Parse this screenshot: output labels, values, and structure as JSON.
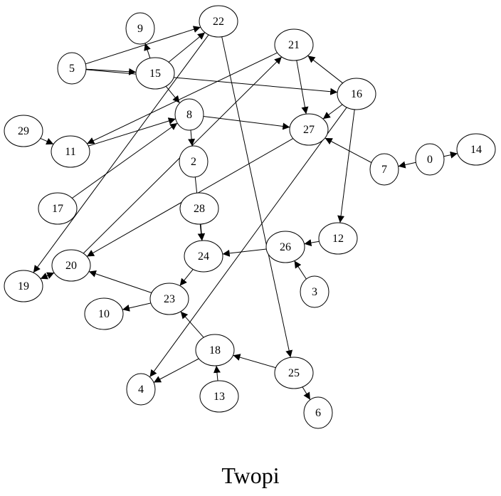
{
  "title": "Twopi",
  "nodes": [
    {
      "id": "9"
    },
    {
      "id": "22"
    },
    {
      "id": "21"
    },
    {
      "id": "5"
    },
    {
      "id": "15"
    },
    {
      "id": "16"
    },
    {
      "id": "8"
    },
    {
      "id": "29"
    },
    {
      "id": "11"
    },
    {
      "id": "27"
    },
    {
      "id": "0"
    },
    {
      "id": "14"
    },
    {
      "id": "2"
    },
    {
      "id": "7"
    },
    {
      "id": "17"
    },
    {
      "id": "28"
    },
    {
      "id": "12"
    },
    {
      "id": "26"
    },
    {
      "id": "24"
    },
    {
      "id": "20"
    },
    {
      "id": "19"
    },
    {
      "id": "3"
    },
    {
      "id": "23"
    },
    {
      "id": "10"
    },
    {
      "id": "18"
    },
    {
      "id": "25"
    },
    {
      "id": "4"
    },
    {
      "id": "13"
    },
    {
      "id": "6"
    }
  ],
  "edges": [
    {
      "from": "5",
      "to": "22"
    },
    {
      "from": "5",
      "to": "15"
    },
    {
      "from": "5",
      "to": "16"
    },
    {
      "from": "15",
      "to": "9"
    },
    {
      "from": "15",
      "to": "22"
    },
    {
      "from": "15",
      "to": "8"
    },
    {
      "from": "22",
      "to": "19"
    },
    {
      "from": "22",
      "to": "25"
    },
    {
      "from": "21",
      "to": "11"
    },
    {
      "from": "21",
      "to": "27"
    },
    {
      "from": "16",
      "to": "21"
    },
    {
      "from": "16",
      "to": "27"
    },
    {
      "from": "16",
      "to": "12"
    },
    {
      "from": "16",
      "to": "4"
    },
    {
      "from": "29",
      "to": "11"
    },
    {
      "from": "11",
      "to": "8"
    },
    {
      "from": "8",
      "to": "27"
    },
    {
      "from": "8",
      "to": "2"
    },
    {
      "from": "17",
      "to": "8"
    },
    {
      "from": "27",
      "to": "20"
    },
    {
      "from": "7",
      "to": "27"
    },
    {
      "from": "0",
      "to": "7"
    },
    {
      "from": "0",
      "to": "14"
    },
    {
      "from": "2",
      "to": "24"
    },
    {
      "from": "28",
      "to": "24"
    },
    {
      "from": "20",
      "to": "21"
    },
    {
      "from": "20",
      "to": "19"
    },
    {
      "from": "19",
      "to": "20"
    },
    {
      "from": "26",
      "to": "24"
    },
    {
      "from": "12",
      "to": "26"
    },
    {
      "from": "3",
      "to": "26"
    },
    {
      "from": "24",
      "to": "23"
    },
    {
      "from": "23",
      "to": "20"
    },
    {
      "from": "23",
      "to": "10"
    },
    {
      "from": "18",
      "to": "23"
    },
    {
      "from": "18",
      "to": "4"
    },
    {
      "from": "13",
      "to": "18"
    },
    {
      "from": "25",
      "to": "18"
    },
    {
      "from": "25",
      "to": "6"
    }
  ]
}
